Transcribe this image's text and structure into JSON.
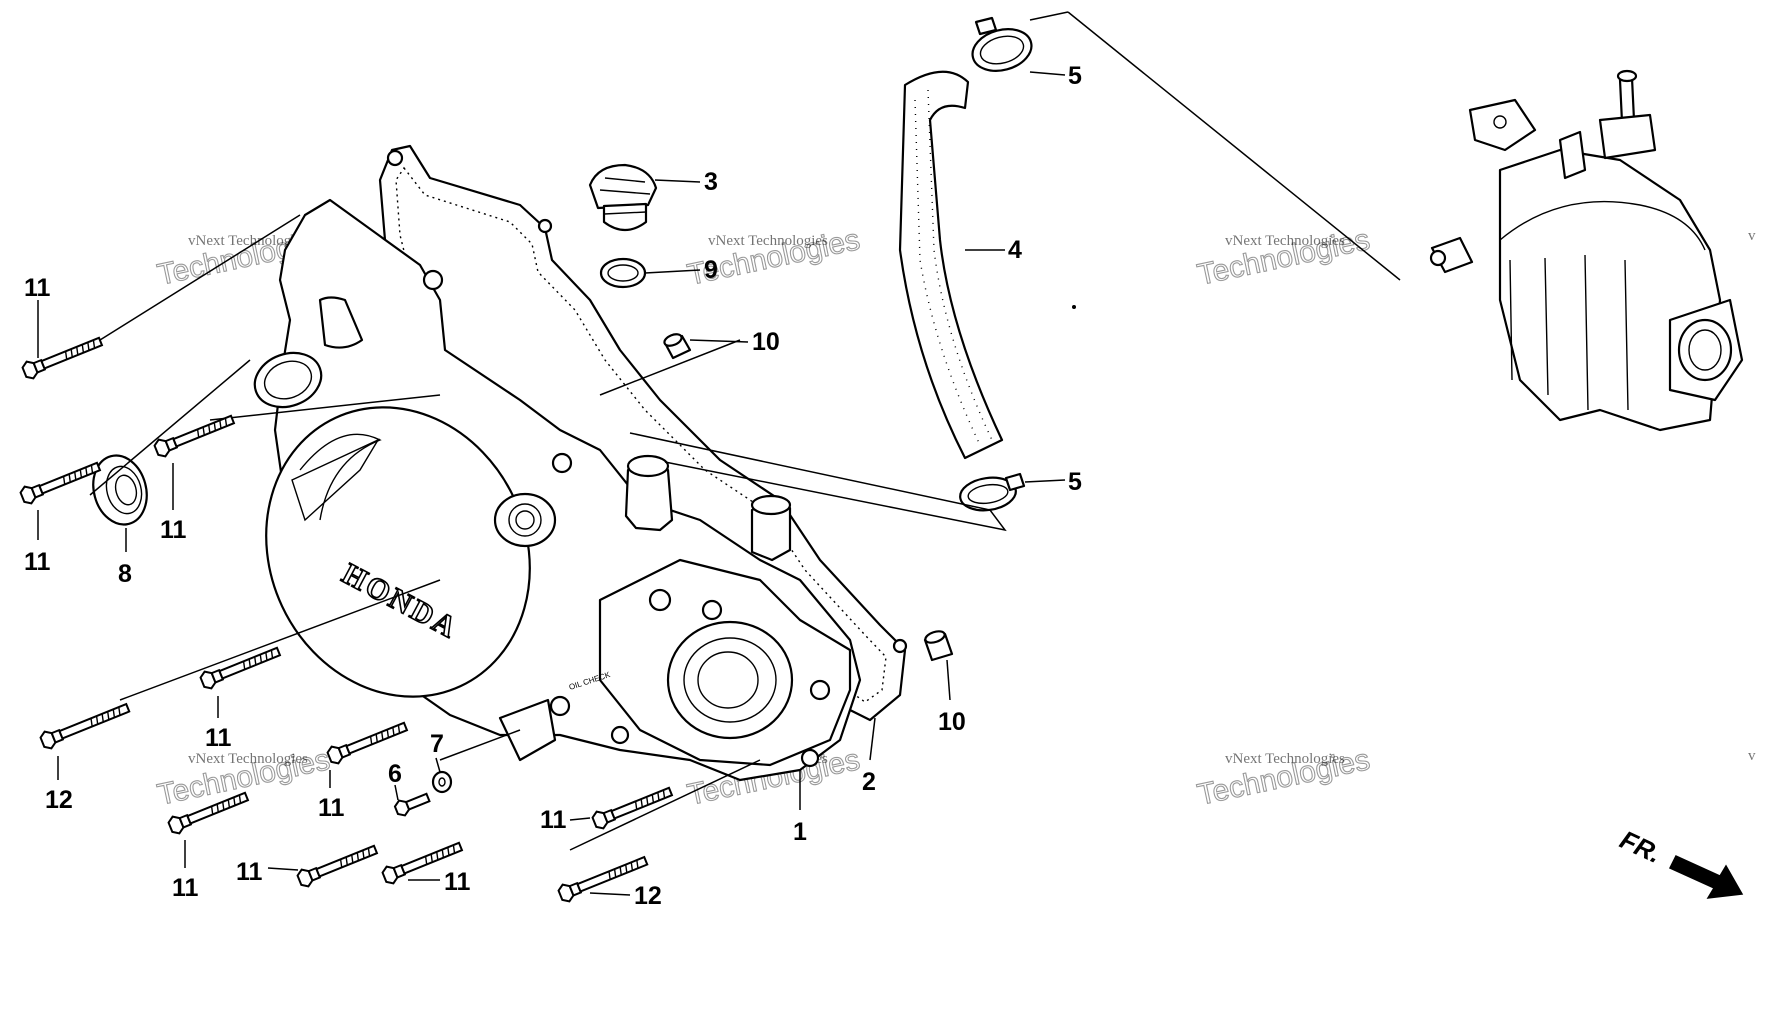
{
  "diagram": {
    "parts": [
      {
        "id": "p1",
        "label": "1"
      },
      {
        "id": "p2",
        "label": "2"
      },
      {
        "id": "p3",
        "label": "3"
      },
      {
        "id": "p4",
        "label": "4"
      },
      {
        "id": "p5a",
        "label": "5"
      },
      {
        "id": "p5b",
        "label": "5"
      },
      {
        "id": "p6",
        "label": "6"
      },
      {
        "id": "p7",
        "label": "7"
      },
      {
        "id": "p8",
        "label": "8"
      },
      {
        "id": "p9",
        "label": "9"
      },
      {
        "id": "p10a",
        "label": "10"
      },
      {
        "id": "p10b",
        "label": "10"
      },
      {
        "id": "p11a",
        "label": "11"
      },
      {
        "id": "p11b",
        "label": "11"
      },
      {
        "id": "p11c",
        "label": "11"
      },
      {
        "id": "p11d",
        "label": "11"
      },
      {
        "id": "p11e",
        "label": "11"
      },
      {
        "id": "p11f",
        "label": "11"
      },
      {
        "id": "p11g",
        "label": "11"
      },
      {
        "id": "p11h",
        "label": "11"
      },
      {
        "id": "p11i",
        "label": "11"
      },
      {
        "id": "p12a",
        "label": "12"
      },
      {
        "id": "p12b",
        "label": "12"
      }
    ],
    "brand_text": "HONDA",
    "cover_marking": "OIL CHECK",
    "direction_label": "FR.",
    "watermarks": {
      "small": "vNext Technologies",
      "large": "Technologies",
      "edge": "v"
    }
  }
}
